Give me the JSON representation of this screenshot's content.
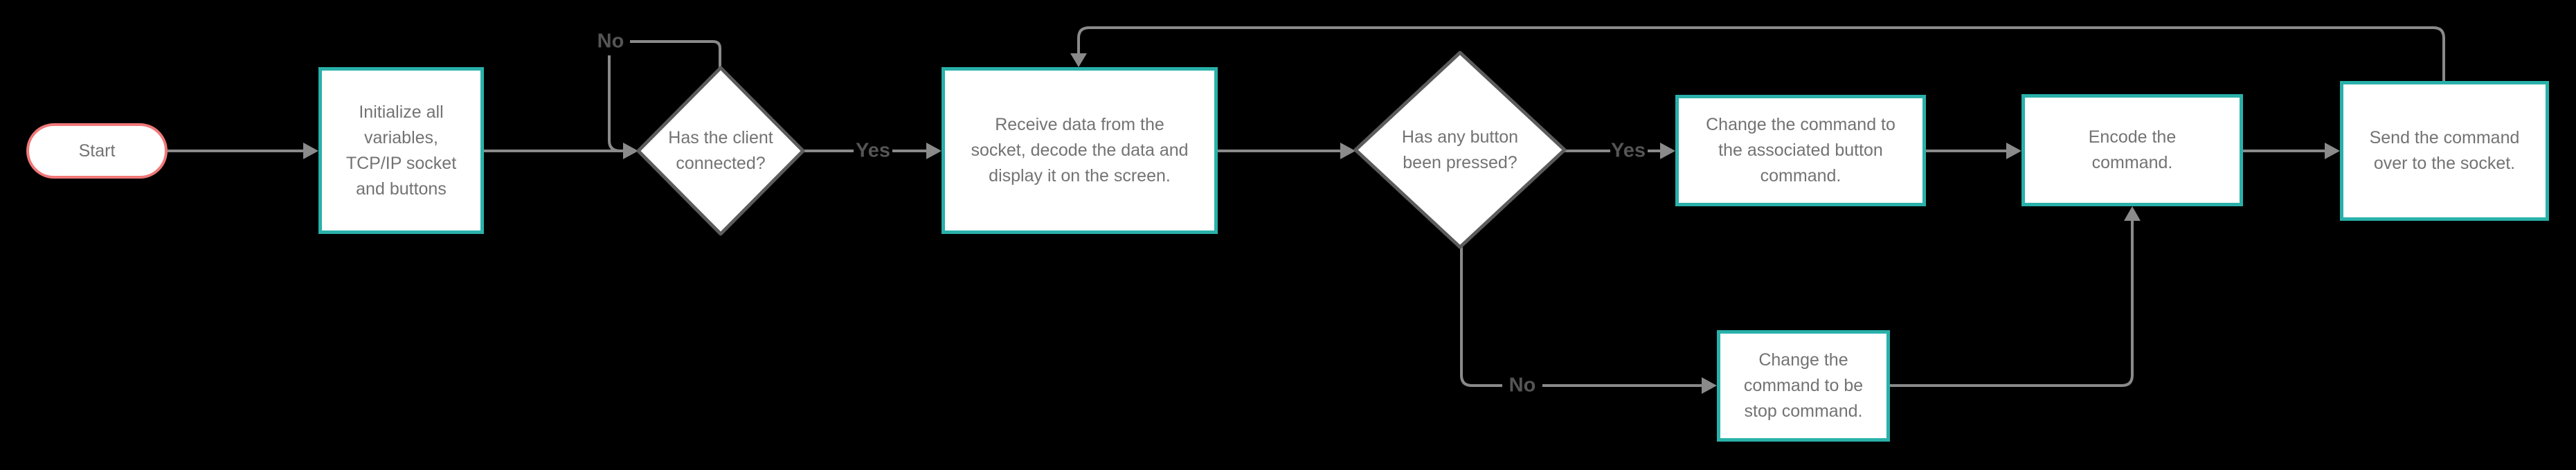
{
  "colors": {
    "background": "#000000",
    "node_fill": "#ffffff",
    "teal_border": "#29b1aa",
    "start_border": "#f17878",
    "connector": "#8a8a8a",
    "decision_border": "#5c5c5c",
    "node_text": "#737373",
    "edge_label_text": "#555555"
  },
  "nodes": {
    "start": {
      "label": "Start"
    },
    "initialize": {
      "label": "Initialize all\nvariables,\nTCP/IP socket\nand buttons"
    },
    "client_connected": {
      "label": "Has the client\nconnected?"
    },
    "receive_data": {
      "label": "Receive data from the\nsocket, decode the data and\ndisplay it on the screen."
    },
    "button_pressed": {
      "label": "Has any button\nbeen pressed?"
    },
    "change_button_command": {
      "label": "Change the command to\nthe associated button\ncommand."
    },
    "encode_command": {
      "label": "Encode the\ncommand."
    },
    "send_command": {
      "label": "Send the command\nover to the socket."
    },
    "stop_command": {
      "label": "Change the\ncommand to be\nstop command."
    }
  },
  "edge_labels": {
    "client_connected_no": "No",
    "client_connected_yes": "Yes",
    "button_pressed_yes": "Yes",
    "button_pressed_no": "No"
  }
}
